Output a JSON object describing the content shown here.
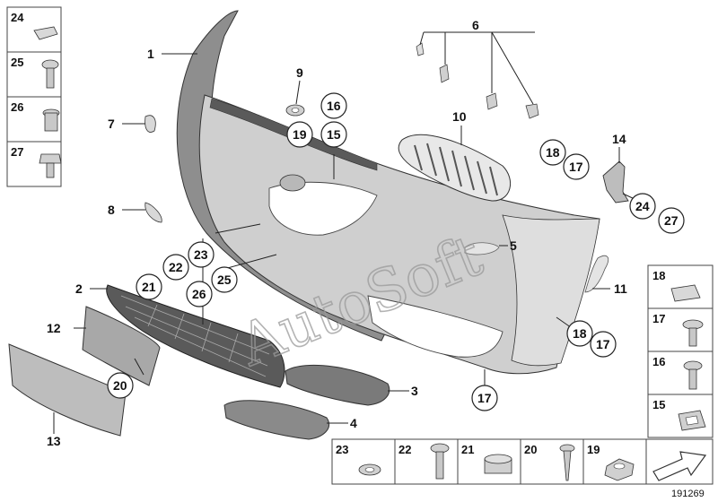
{
  "diagram": {
    "watermark": "AutoSoft",
    "reference_number": "191269",
    "callouts": [
      "1",
      "2",
      "3",
      "4",
      "5",
      "6",
      "7",
      "8",
      "9",
      "10",
      "11",
      "12",
      "13",
      "14",
      "15",
      "16",
      "17",
      "18",
      "19",
      "20",
      "21",
      "22",
      "23",
      "24",
      "25",
      "26",
      "27"
    ],
    "left_panel": [
      "24",
      "25",
      "26",
      "27"
    ],
    "right_panel": [
      "18",
      "17",
      "16",
      "15"
    ],
    "bottom_panel": [
      "23",
      "22",
      "21",
      "20",
      "19"
    ]
  },
  "colors": {
    "bumper_fill": "#cfcfcf",
    "bumper_dark": "#8c8c8c",
    "grille_dark": "#4a4a4a",
    "line": "#222222"
  }
}
